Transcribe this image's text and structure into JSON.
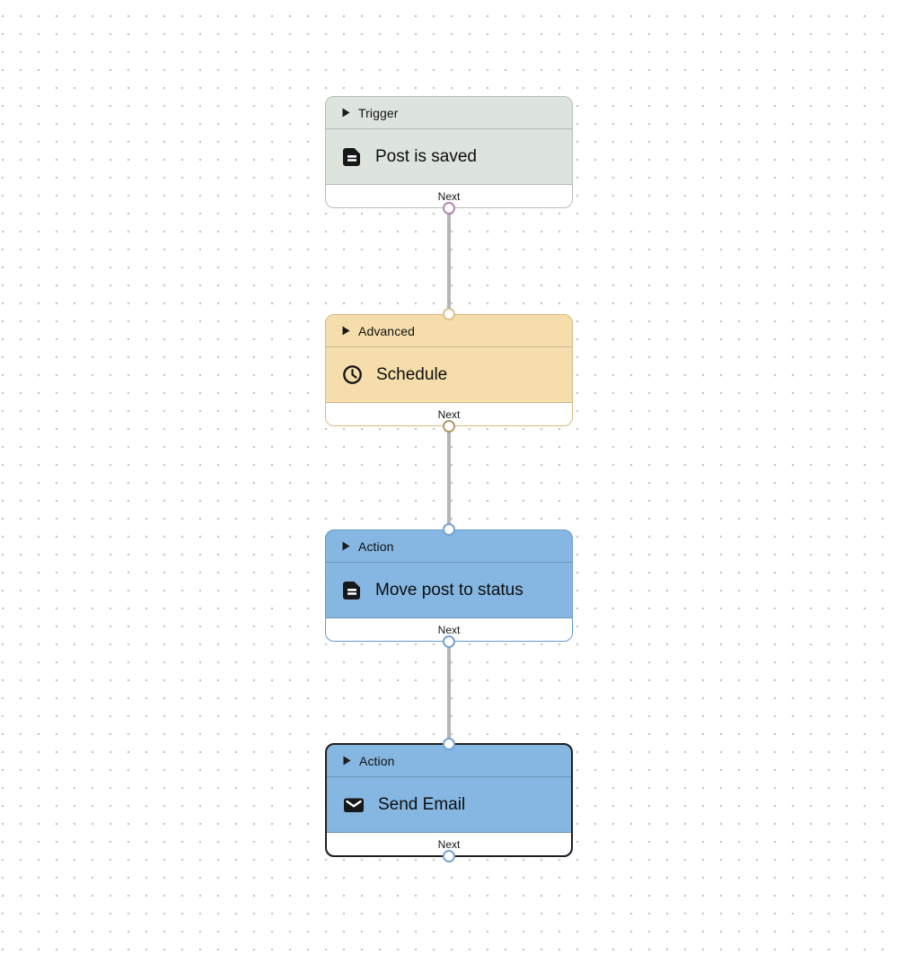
{
  "canvas": {
    "background": "#ffffff",
    "dot_color": "#c9c9c9",
    "connector_color": "#b4b4b9"
  },
  "footer_label": "Next",
  "nodes": [
    {
      "type_label": "Trigger",
      "title": "Post is saved",
      "icon": "document-icon",
      "footer_label": "Next",
      "selected": false,
      "colors": {
        "fill": "#dde4de",
        "border": "#b6bdb7",
        "port": "#b389b1"
      }
    },
    {
      "type_label": "Advanced",
      "title": "Schedule",
      "icon": "clock-icon",
      "footer_label": "Next",
      "selected": false,
      "colors": {
        "fill": "#f5deac",
        "border": "#d8ba82",
        "port": "#c0a76f"
      }
    },
    {
      "type_label": "Action",
      "title": "Move post to status",
      "icon": "document-icon",
      "footer_label": "Next",
      "selected": false,
      "colors": {
        "fill": "#85b7e2",
        "border": "#649bcc",
        "port": "#74a5d3"
      }
    },
    {
      "type_label": "Action",
      "title": "Send Email",
      "icon": "envelope-icon",
      "footer_label": "Next",
      "selected": true,
      "colors": {
        "fill": "#85b7e2",
        "border": "#1f1f1f",
        "port": "#74a5d3"
      }
    }
  ]
}
